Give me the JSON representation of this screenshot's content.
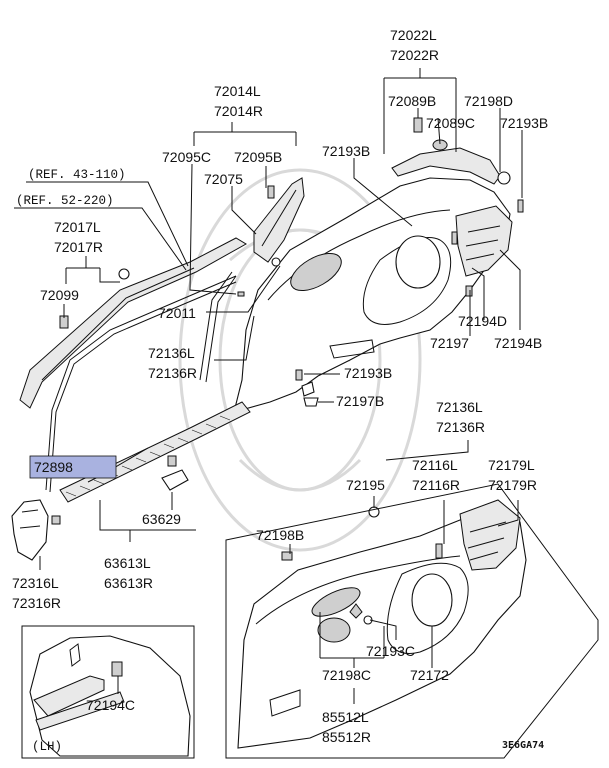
{
  "labels": {
    "p72022": [
      "72022L",
      "72022R"
    ],
    "p72014": [
      "72014L",
      "72014R"
    ],
    "p72089B": "72089B",
    "p72198D": "72198D",
    "p72089C": "72089C",
    "p72193B_top": "72193B",
    "p72095C": "72095C",
    "p72095B": "72095B",
    "p72193B_mid": "72193B",
    "p72075": "72075",
    "ref43": "(REF. 43-110)",
    "ref52": "(REF. 52-220)",
    "p72017": [
      "72017L",
      "72017R"
    ],
    "p72099": "72099",
    "p72011": "72011",
    "p72197": "72197",
    "p72194D": "72194D",
    "p72194B": "72194B",
    "p72136_left": [
      "72136L",
      "72136R"
    ],
    "p72193B_low": "72193B",
    "p72197B": "72197B",
    "p72136_right": [
      "72136L",
      "72136R"
    ],
    "p72898": "72898",
    "p72116": [
      "72116L",
      "72116R"
    ],
    "p72179": [
      "72179L",
      "72179R"
    ],
    "p72195": "72195",
    "p63629": "63629",
    "p72198B": "72198B",
    "p72316": [
      "72316L",
      "72316R"
    ],
    "p63613": [
      "63613L",
      "63613R"
    ],
    "p72193C": "72193C",
    "p72198C": "72198C",
    "p72172": "72172",
    "p85512": [
      "85512L",
      "85512R"
    ],
    "p72194C": "72194C",
    "lh": "(LH)",
    "code": "3E6GA74"
  },
  "colors": {
    "highlight": "#a9b2e0",
    "line": "#111111"
  }
}
